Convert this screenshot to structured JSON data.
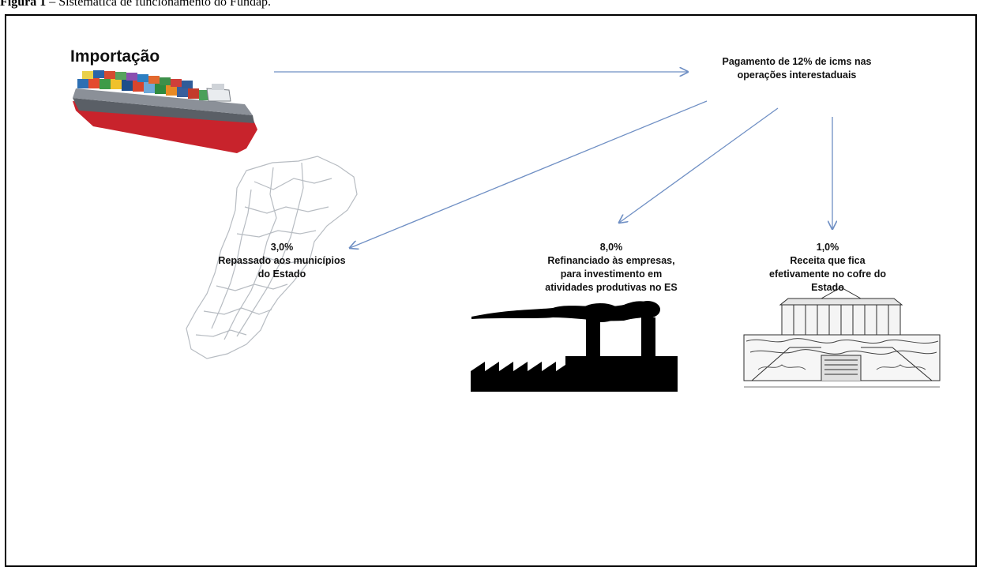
{
  "caption": {
    "prefix": "Figura 1",
    "rest": " – Sistemática de funcionamento do Fundap."
  },
  "diagram": {
    "title": "Importação",
    "source_node": {
      "lines": [
        "Pagamento de 12% de icms nas",
        "operações interestaduais"
      ]
    },
    "branches": [
      {
        "percent": "3,0%",
        "lines": [
          "Repassado aos municípios",
          "do Estado"
        ],
        "icon": "es-map-icon"
      },
      {
        "percent": "8,0%",
        "lines": [
          "Refinanciado às empresas,",
          "para investimento em",
          "atividades produtivas no ES"
        ],
        "icon": "factory-icon"
      },
      {
        "percent": "1,0%",
        "lines": [
          "Receita que fica",
          "efetivamente no cofre do",
          "Estado"
        ],
        "icon": "palace-icon"
      }
    ],
    "icons": {
      "ship": "container-ship-icon"
    },
    "colors": {
      "arrow": "#6f8fc4",
      "text": "#111111",
      "ship_hull": "#c8232c",
      "frame": "#000000"
    }
  }
}
